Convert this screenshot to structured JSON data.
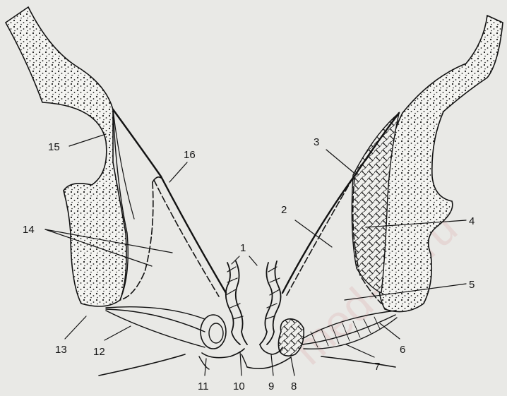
{
  "figure": {
    "labels": {
      "l1": "1",
      "l2": "2",
      "l3": "3",
      "l4": "4",
      "l5": "5",
      "l6": "6",
      "l7": "7",
      "l8": "8",
      "l9": "9",
      "l10": "10",
      "l11": "11",
      "l12": "12",
      "l13": "13",
      "l14": "14",
      "l15": "15",
      "l16": "16"
    },
    "watermark": "med-lib.ru",
    "colors": {
      "ink": "#121212",
      "background": "#e9e9e6",
      "bone_fill": "#f4f4f1"
    }
  }
}
